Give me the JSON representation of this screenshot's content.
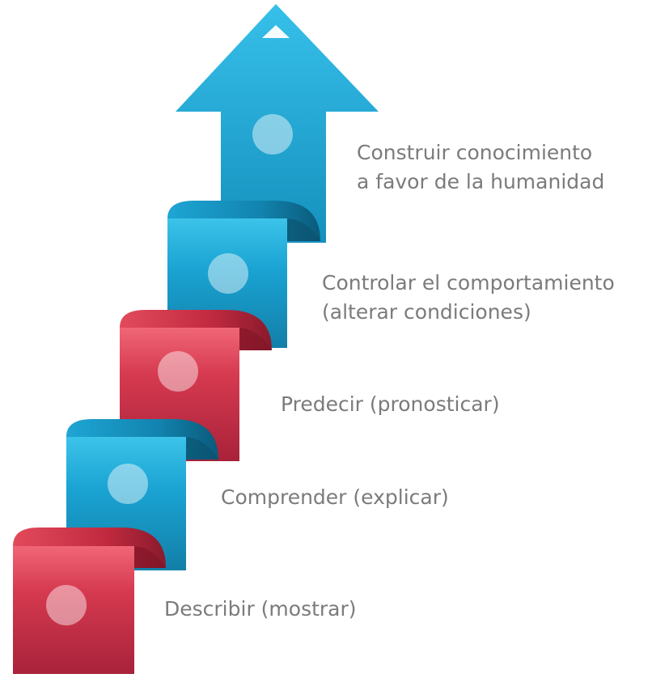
{
  "steps": [
    {
      "level": 1,
      "color": "red",
      "lines": [
        "Describir (mostrar)"
      ]
    },
    {
      "level": 2,
      "color": "blue",
      "lines": [
        "Comprender  (explicar)"
      ]
    },
    {
      "level": 3,
      "color": "red",
      "lines": [
        "Predecir (pronosticar)"
      ]
    },
    {
      "level": 4,
      "color": "blue",
      "lines": [
        "Controlar el comportamiento",
        "(alterar condiciones)"
      ]
    },
    {
      "level": 5,
      "color": "blue",
      "shape": "arrow",
      "lines": [
        "Construir conocimiento",
        "a favor de la humanidad"
      ]
    }
  ],
  "colors": {
    "red_light": "#ea4a5e",
    "red_dark": "#b0243a",
    "red_shadow": "#7a1424",
    "blue_light": "#1fb0dc",
    "blue_dark": "#147fa6",
    "blue_shadow": "#0b4e6a",
    "circle": "#ffffff",
    "text": "#7b7b7b"
  }
}
